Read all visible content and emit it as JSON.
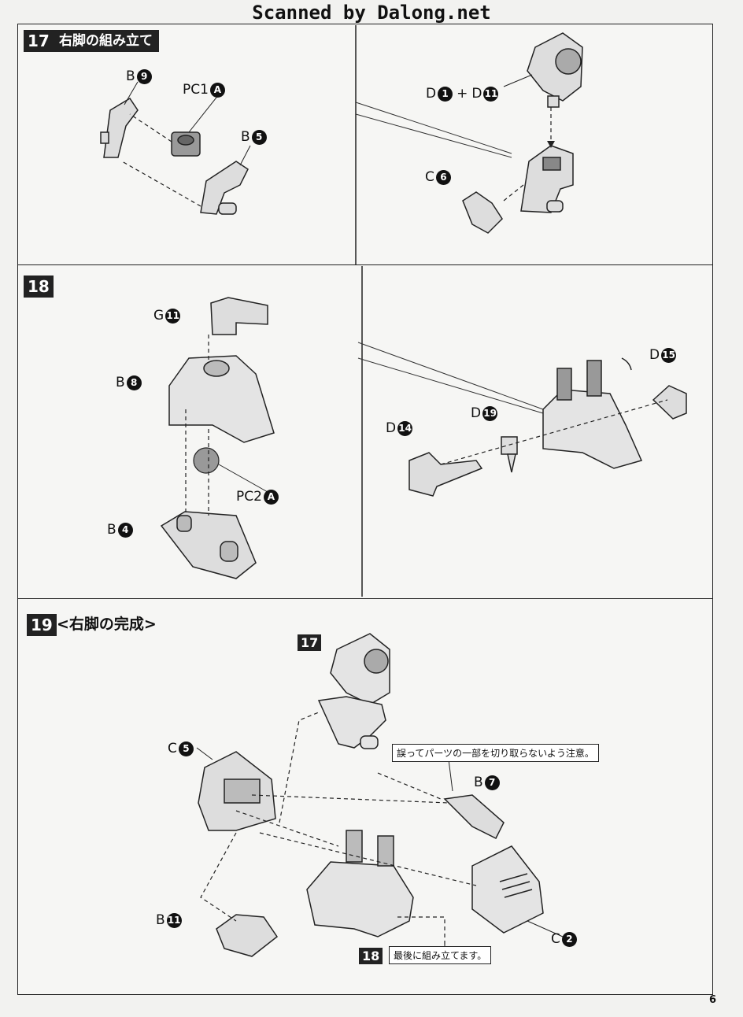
{
  "watermark": "Scanned by Dalong.net",
  "page_number": "6",
  "step17": {
    "number": "17",
    "title": "右脚の組み立て",
    "labels": {
      "b9": {
        "letter": "B",
        "num": "9"
      },
      "pc1a": {
        "letter": "PC1",
        "num": "A"
      },
      "b5": {
        "letter": "B",
        "num": "5"
      },
      "d1_d11": {
        "letter1": "D",
        "num1": "1",
        "plus": "+",
        "letter2": "D",
        "num2": "11"
      },
      "c6": {
        "letter": "C",
        "num": "6"
      }
    }
  },
  "step18": {
    "number": "18",
    "labels": {
      "g11": {
        "letter": "G",
        "num": "11"
      },
      "b8": {
        "letter": "B",
        "num": "8"
      },
      "pc2a": {
        "letter": "PC2",
        "num": "A"
      },
      "b4": {
        "letter": "B",
        "num": "4"
      },
      "d15": {
        "letter": "D",
        "num": "15"
      },
      "d19": {
        "letter": "D",
        "num": "19"
      },
      "d14": {
        "letter": "D",
        "num": "14"
      }
    }
  },
  "step19": {
    "number": "19",
    "title": "<右脚の完成>",
    "ref17": "17",
    "ref18": "18",
    "note_caution": "誤ってパーツの一部を切り取らないよう注意。",
    "note_last": "最後に組み立てます。",
    "labels": {
      "c5": {
        "letter": "C",
        "num": "5"
      },
      "b7": {
        "letter": "B",
        "num": "7"
      },
      "b11": {
        "letter": "B",
        "num": "11"
      },
      "c2": {
        "letter": "C",
        "num": "2"
      }
    }
  }
}
